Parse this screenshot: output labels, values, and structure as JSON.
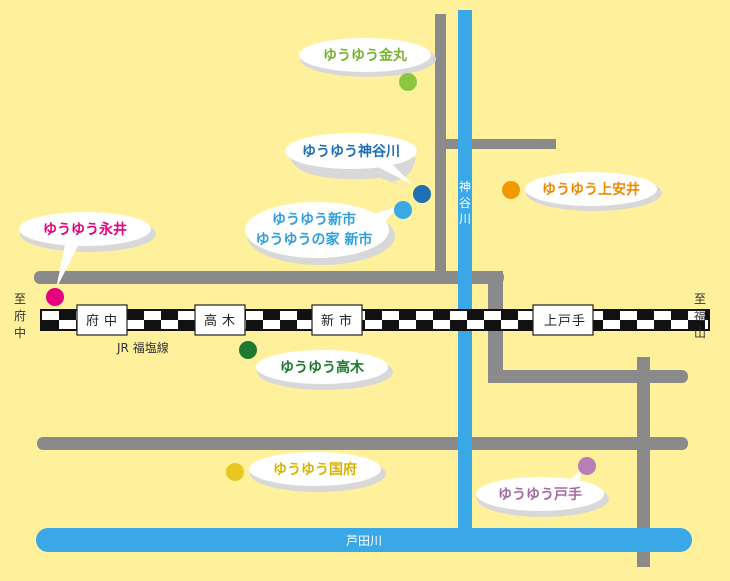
{
  "colors": {
    "background": "#fff19c",
    "road": "#8a8a8a",
    "river": "#3aa8e6",
    "rail_dark": "#111111",
    "rail_light": "#ffffff",
    "green_light": "#8cc63f",
    "blue": "#1f6fb5",
    "sky": "#3aa8e6",
    "orange": "#f39800",
    "magenta": "#e4007f",
    "green_dark": "#1e7a2f",
    "yellow": "#e8c820",
    "purple": "#b77fb5"
  },
  "stations": {
    "fuchu": "府中",
    "takagi": "高木",
    "shinichi": "新市",
    "kamitode": "上戸手"
  },
  "railway": {
    "name": "JR 福塩線"
  },
  "directions": {
    "left": [
      "至",
      "府",
      "中"
    ],
    "right": [
      "至",
      "福",
      "山"
    ]
  },
  "rivers": {
    "kannabe": [
      "神",
      "谷",
      "川"
    ],
    "ashida": "芦田川"
  },
  "facilities": {
    "kanemaru": "ゆうゆう金丸",
    "kannabegawa": "ゆうゆう神谷川",
    "kamiyasui": "ゆうゆう上安井",
    "nagai": "ゆうゆう永井",
    "shinichi_line1": "ゆうゆう新市",
    "shinichi_line2": "ゆうゆうの家 新市",
    "takagi": "ゆうゆう高木",
    "kokufu": "ゆうゆう国府",
    "tode": "ゆうゆう戸手"
  }
}
